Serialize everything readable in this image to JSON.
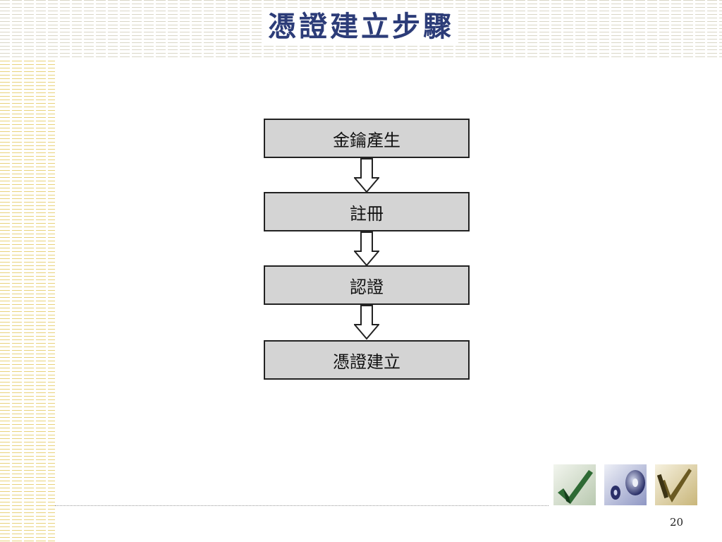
{
  "slide": {
    "title": "憑證建立步驟",
    "page_number": "20"
  },
  "flowchart": {
    "steps": [
      {
        "label": "金鑰產生"
      },
      {
        "label": "註冊"
      },
      {
        "label": "認證"
      },
      {
        "label": "憑證建立"
      }
    ]
  },
  "decorations": {
    "thumbnails": [
      {
        "icon": "green-checkmark-icon"
      },
      {
        "icon": "purple-disc-icon"
      },
      {
        "icon": "gold-pen-checkmark-icon"
      }
    ]
  },
  "colors": {
    "title": "#2c3c78",
    "step_fill": "#d4d4d4",
    "step_border": "#222222",
    "top_stripes": "#d9d6c6",
    "left_stripes": "#e8d27a"
  }
}
